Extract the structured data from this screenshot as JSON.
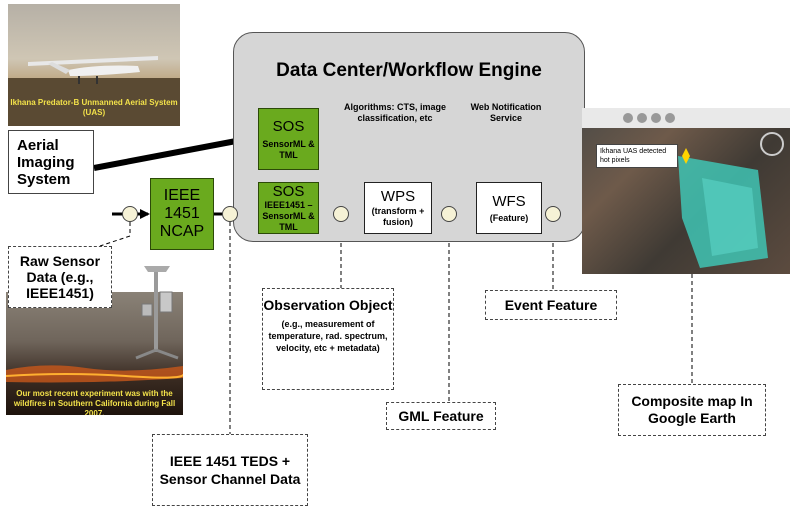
{
  "engine": {
    "title": "Data Center/Workflow Engine"
  },
  "photos": {
    "uas_caption": "Ikhana Predator-B Unmanned Aerial System (UAS)",
    "fire_caption": "Our most recent experiment was with the wildfires in Southern California during Fall 2007.",
    "map_callout": "Ikhana UAS detected hot pixels"
  },
  "nodes": {
    "ncap": [
      "IEEE",
      "1451",
      "NCAP"
    ],
    "sos_top": {
      "title": "SOS",
      "sub": "SensorML & TML"
    },
    "sos_bottom": {
      "title": "SOS",
      "sub": "IEEE1451 – SensorML & TML"
    },
    "algorithms": "Algorithms: CTS, image classification, etc",
    "web_notify": "Web Notification Service",
    "wps": {
      "title": "WPS",
      "sub": "(transform + fusion)"
    },
    "wfs": {
      "title": "WFS",
      "sub": "(Feature)"
    }
  },
  "labels": {
    "aerial": "Aerial Imaging System",
    "raw": "Raw Sensor Data (e.g., IEEE1451)",
    "observation_title": "Observation Object",
    "observation_detail": "(e.g., measurement of temperature, rad. spectrum, velocity, etc + metadata)",
    "gml": "GML Feature",
    "event": "Event Feature",
    "teds": "IEEE 1451 TEDS + Sensor Channel Data",
    "composite": "Composite map In Google Earth"
  },
  "colors": {
    "green": "#6aaa1e",
    "engine": "#d6d6d6",
    "connector": "#f6f2d6",
    "caption": "#f3e24a"
  }
}
